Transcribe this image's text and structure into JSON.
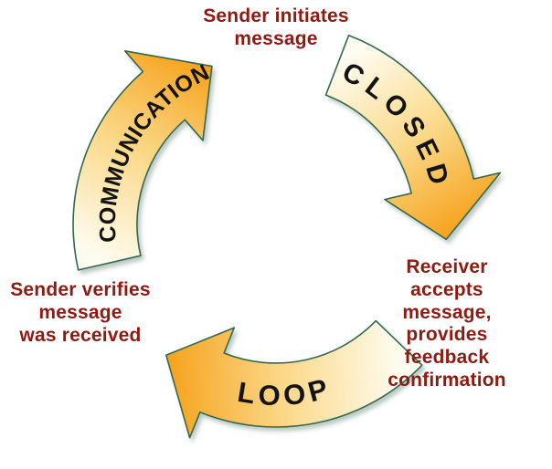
{
  "diagram": {
    "name": "closed-communication-loop",
    "nodes": {
      "top": "Sender initiates\nmessage",
      "right": "Receiver accepts\nmessage, provides\nfeedback\nconfirmation",
      "left": "Sender verifies\nmessage\nwas received"
    },
    "arrows": [
      {
        "label": "COMMUNICATION"
      },
      {
        "label": "CLOSED"
      },
      {
        "label": "LOOP"
      }
    ],
    "colors": {
      "label_text": "#8E1B12",
      "arrow_text": "#141414",
      "arrow_fill_light": "#FEFCF0",
      "arrow_fill_mid": "#FBD98A",
      "arrow_fill_dark": "#F6A21C",
      "arrow_outline": "#35684F",
      "background": "#FFFFFF"
    }
  }
}
